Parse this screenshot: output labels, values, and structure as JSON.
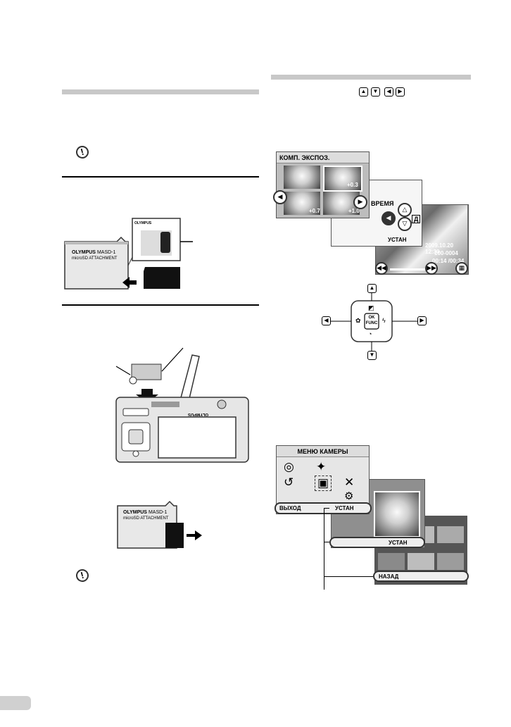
{
  "left": {
    "note_icon": "!",
    "note2_icon": "!"
  },
  "screen1": {
    "title": "КОМП. ЭКСПОЗ.",
    "values": [
      "+0.3",
      "+0.7",
      "+1.0"
    ]
  },
  "screen2": {
    "label": "ВРЕМЯ",
    "side_letter": "Д",
    "footer_set": "УСТАН"
  },
  "screen3": {
    "date_text": "2009.10.20 12:30",
    "number_text": "100-0004",
    "time_text": "00:14 /00:34"
  },
  "dpad": {
    "center_line1": "OK",
    "center_line2": "FUNC"
  },
  "menu": {
    "title": "МЕНЮ КАМЕРЫ",
    "exit_label": "ВЫХОД",
    "set_label": "УСТАН",
    "back_label": "НАЗАД",
    "set2_label": "УСТАН"
  },
  "adapter": {
    "brand": "OLYMPUS",
    "model": "MASD-1",
    "subtitle": "microSD ATTACHMENT"
  },
  "camera": {
    "brand": "OLYMPUS"
  }
}
